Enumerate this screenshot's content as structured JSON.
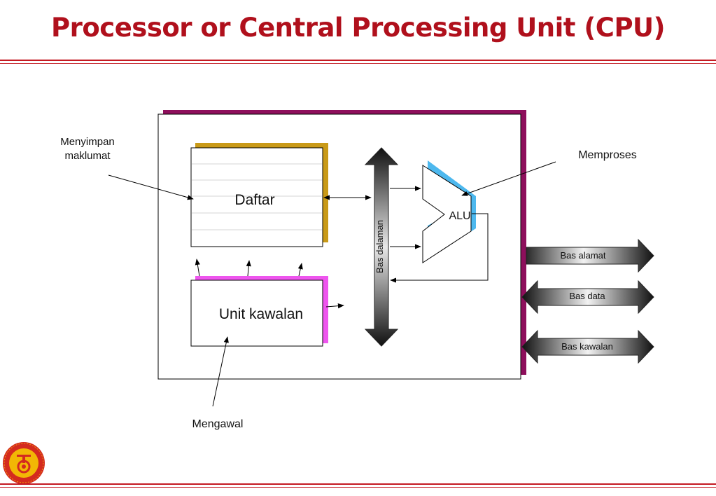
{
  "title": "Processor or Central Processing Unit (CPU)",
  "diagram": {
    "register_label": "Daftar",
    "control_unit_label": "Unit kawalan",
    "alu_label": "ALU",
    "internal_bus_label": "Bas dalaman",
    "annotation_store": [
      "Menyimpan",
      "maklumat"
    ],
    "annotation_process": "Memproses",
    "annotation_control": "Mengawal",
    "external_buses": [
      "Bas alamat",
      "Bas data",
      "Bas kawalan"
    ]
  },
  "colors": {
    "title": "#b0101c",
    "rule": "#c41a22",
    "cpu_shadow": "#8e0f5c",
    "register_shadow": "#c99a18",
    "control_shadow": "#ee55ee",
    "alu_shadow": "#4db8ee"
  }
}
